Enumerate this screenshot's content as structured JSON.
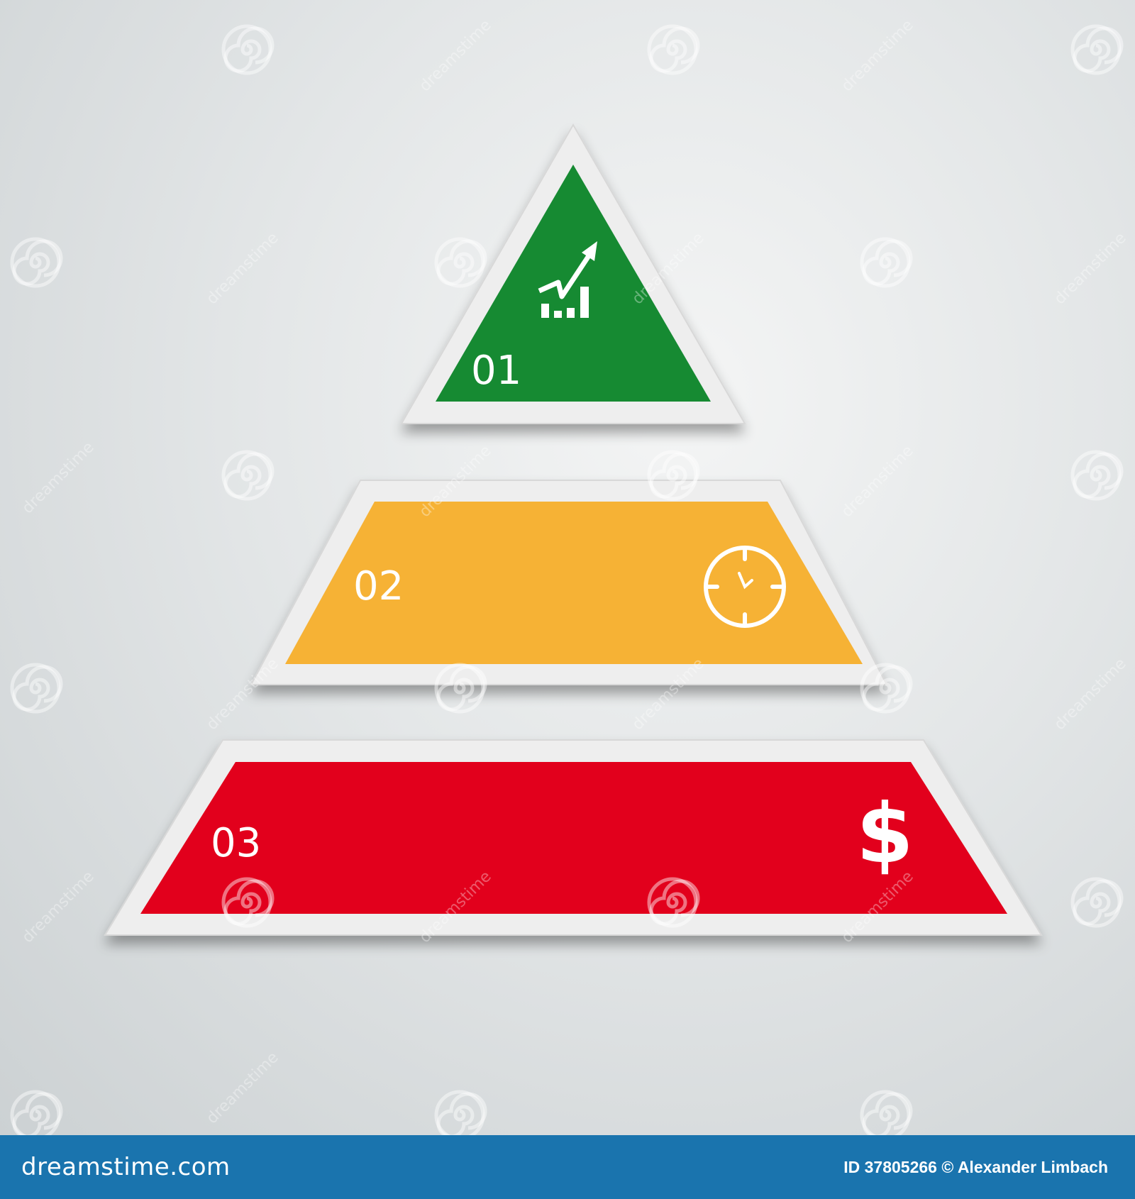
{
  "diagram": {
    "tiers": [
      {
        "label": "01",
        "color": "#148a33",
        "icon": "growth-chart-icon"
      },
      {
        "label": "02",
        "color": "#f6b236",
        "icon": "clock-icon"
      },
      {
        "label": "03",
        "color": "#e2001a",
        "icon": "dollar-icon",
        "icon_text": "$"
      }
    ],
    "frame_color": "#eeeeee"
  },
  "watermark": {
    "text": "dreamstime",
    "icon": "spiral-logo-icon"
  },
  "footer": {
    "brand": "dreamstime.com",
    "credit": "ID 37805266 © Alexander Limbach",
    "background": "#1a74ae"
  }
}
